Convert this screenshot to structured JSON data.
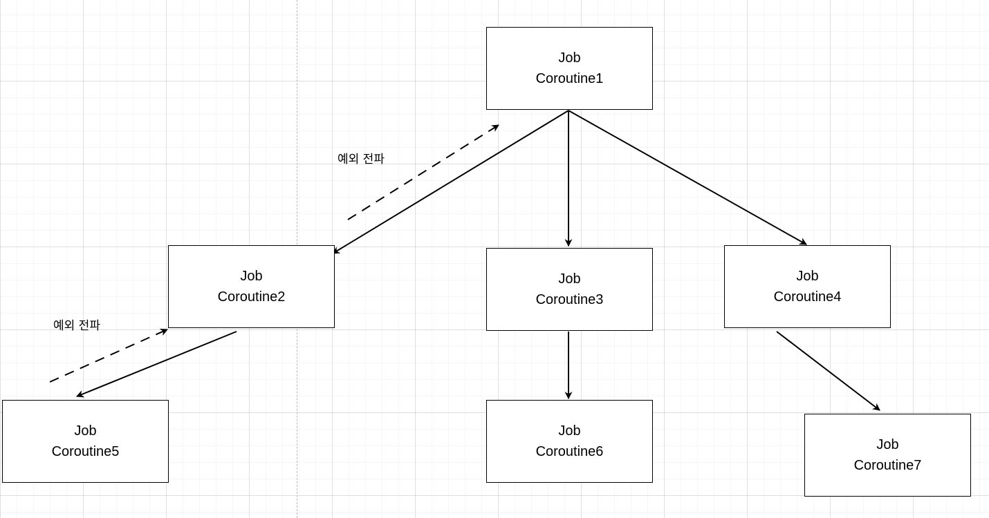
{
  "nodes": [
    {
      "id": "coroutine1",
      "line1": "Job",
      "line2": "Coroutine1"
    },
    {
      "id": "coroutine2",
      "line1": "Job",
      "line2": "Coroutine2"
    },
    {
      "id": "coroutine3",
      "line1": "Job",
      "line2": "Coroutine3"
    },
    {
      "id": "coroutine4",
      "line1": "Job",
      "line2": "Coroutine4"
    },
    {
      "id": "coroutine5",
      "line1": "Job",
      "line2": "Coroutine5"
    },
    {
      "id": "coroutine6",
      "line1": "Job",
      "line2": "Coroutine6"
    },
    {
      "id": "coroutine7",
      "line1": "Job",
      "line2": "Coroutine7"
    }
  ],
  "edges": [
    {
      "from": "coroutine1",
      "to": "coroutine2",
      "style": "solid"
    },
    {
      "from": "coroutine1",
      "to": "coroutine3",
      "style": "solid"
    },
    {
      "from": "coroutine1",
      "to": "coroutine4",
      "style": "solid"
    },
    {
      "from": "coroutine2",
      "to": "coroutine5",
      "style": "solid"
    },
    {
      "from": "coroutine3",
      "to": "coroutine6",
      "style": "solid"
    },
    {
      "from": "coroutine4",
      "to": "coroutine7",
      "style": "solid"
    },
    {
      "from": "coroutine2",
      "to": "coroutine1",
      "style": "dashed",
      "label": "예외 전파"
    },
    {
      "from": "coroutine5",
      "to": "coroutine2",
      "style": "dashed",
      "label": "예외 전파"
    }
  ],
  "colors": {
    "stroke": "#000000",
    "node_fill": "#ffffff",
    "grid": "#e6e6e6"
  }
}
